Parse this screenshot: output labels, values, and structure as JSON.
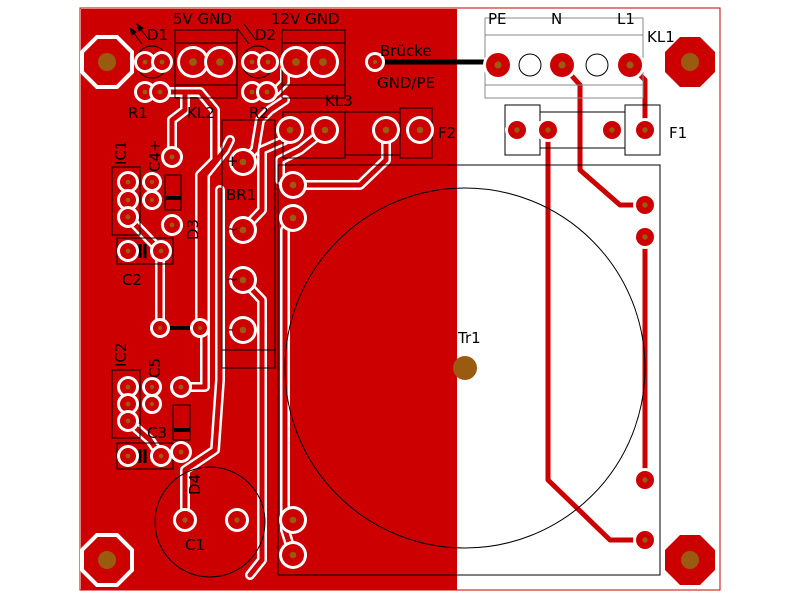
{
  "board": {
    "colors": {
      "copper": "#cc0000",
      "drill": "#9a5a10",
      "silk": "#000000",
      "isolation": "#ffffff"
    },
    "labels": {
      "kl2_pins": "5V GND",
      "kl3_pins": "12V GND",
      "d1": "D1",
      "d2": "D2",
      "r1": "R1",
      "r2": "R2",
      "kl2": "KL2",
      "kl3": "KL3",
      "bridge_line1": "Brücke",
      "bridge_line2": "GND/PE",
      "f1": "F1",
      "f2": "F2",
      "kl1": "KL1",
      "pe": "PE",
      "n": "N",
      "l1": "L1",
      "ic1": "IC1",
      "ic2": "IC2",
      "c1": "C1",
      "c2": "C2",
      "c3": "C3",
      "c4": "C4+",
      "c5": "C5",
      "d3": "D3",
      "d4": "D4",
      "br1": "BR1",
      "br1_plus": "+",
      "br1_ac1": "~",
      "br1_ac2": "~",
      "br1_minus": "-",
      "tr1": "Tr1"
    }
  }
}
